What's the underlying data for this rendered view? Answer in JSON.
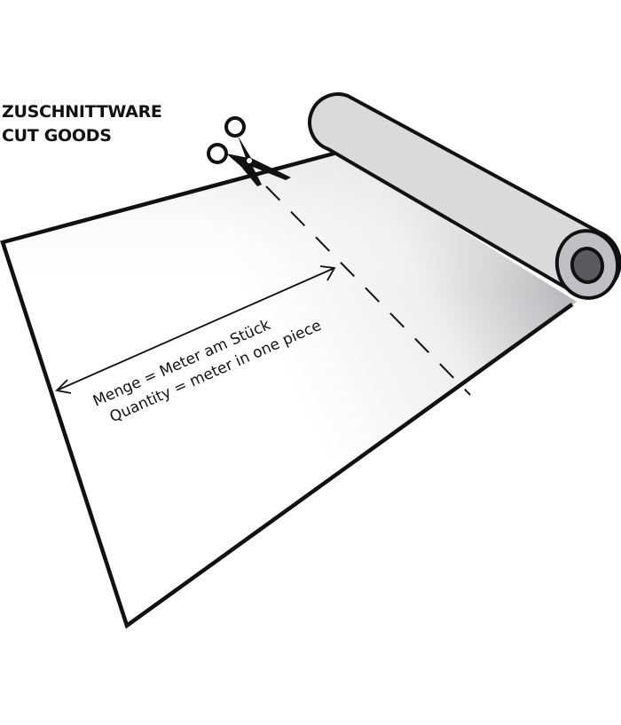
{
  "title": {
    "line1": "ZUSCHNITTWARE",
    "line2": "CUT GOODS"
  },
  "measurement": {
    "line1": "Menge = Meter am Stück",
    "line2": "Quantity = meter in one piece"
  },
  "icons": {
    "scissors": "scissors-icon",
    "roll": "fabric-roll"
  },
  "colors": {
    "outline": "#111111",
    "roll_body": "#d9dadc",
    "roll_end": "#bfc0c3",
    "roll_core": "#5a5b5e",
    "sheet_shadow": "#b9babd"
  }
}
